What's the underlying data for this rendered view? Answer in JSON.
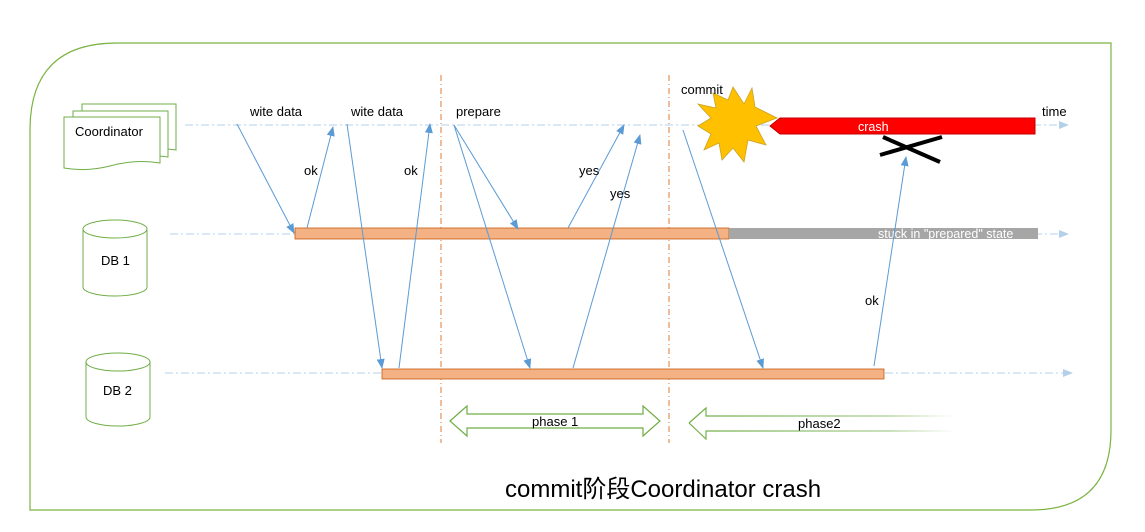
{
  "participants": {
    "coordinator": "Coordinator",
    "db1": "DB 1",
    "db2": "DB 2"
  },
  "messages": {
    "write1": "wite data",
    "write2": "wite data",
    "ok1": "ok",
    "ok2": "ok",
    "prepare": "prepare",
    "yes1": "yes",
    "yes2": "yes",
    "commit": "commit",
    "ok3": "ok"
  },
  "timeline": {
    "time_label": "time",
    "crash_label": "crash",
    "stuck_label": "stuck in \"prepared\" state"
  },
  "phases": {
    "phase1": "phase 1",
    "phase2": "phase2"
  },
  "caption": "commit阶段Coordinator crash",
  "colors": {
    "frame": "#7cb342",
    "arrow": "#5b9bd5",
    "bar": "#f4b183",
    "stuck_bar": "#a6a6a6",
    "crash_bar": "#ff0000",
    "burst": "#ffc000",
    "divider": "#e07b39",
    "phase_arrow": "#70ad47"
  }
}
